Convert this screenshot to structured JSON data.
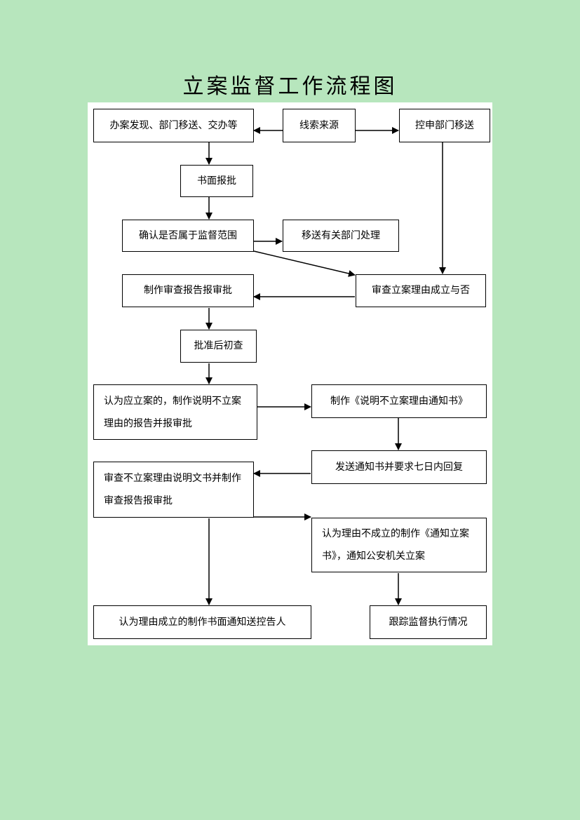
{
  "title": "立案监督工作流程图",
  "nodes": {
    "source": "线索来源",
    "case_found": "办案发现、部门移送、交办等",
    "complaint_transfer": "控申部门移送",
    "written_report": "书面报批",
    "confirm_scope": "确认是否属于监督范围",
    "transfer_other": "移送有关部门处理",
    "review_reason": "审查立案理由成立与否",
    "make_review_report": "制作审查报告报审批",
    "initial_check": "批准后初查",
    "should_file": "认为应立案的，制作说明不立案理由的报告并报审批",
    "make_notice": "制作《说明不立案理由通知书》",
    "send_notice": "发送通知书并要求七日内回复",
    "review_explanation": "审查不立案理由说明文书并制作审查报告报审批",
    "not_valid": "认为理由不成立的制作《通知立案书》，通知公安机关立案",
    "valid_notify": "认为理由成立的制作书面通知送控告人",
    "track": "跟踪监督执行情况"
  }
}
